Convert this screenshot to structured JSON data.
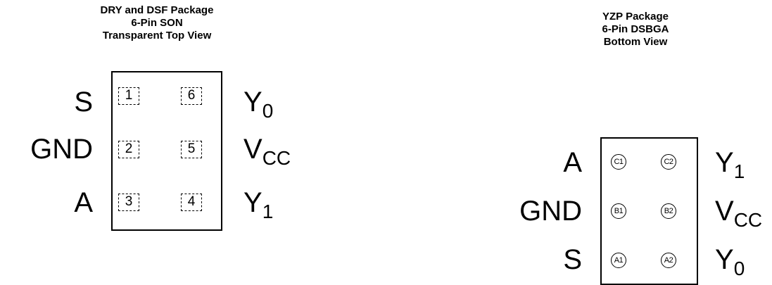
{
  "son": {
    "caption": [
      "DRY and DSF Package",
      "6-Pin SON",
      "Transparent Top View"
    ],
    "pins": [
      {
        "num": "1",
        "signal": "S"
      },
      {
        "num": "2",
        "signal": "GND"
      },
      {
        "num": "3",
        "signal": "A"
      },
      {
        "num": "4",
        "signal": "Y",
        "sub": "1"
      },
      {
        "num": "5",
        "signal": "V",
        "sub": "CC"
      },
      {
        "num": "6",
        "signal": "Y",
        "sub": "0"
      }
    ]
  },
  "bga": {
    "caption": [
      "YZP Package",
      "6-Pin DSBGA",
      "Bottom View"
    ],
    "balls": [
      {
        "id": "C1",
        "signal": "A"
      },
      {
        "id": "C2",
        "signal": "Y",
        "sub": "1"
      },
      {
        "id": "B1",
        "signal": "GND"
      },
      {
        "id": "B2",
        "signal": "V",
        "sub": "CC"
      },
      {
        "id": "A1",
        "signal": "S"
      },
      {
        "id": "A2",
        "signal": "Y",
        "sub": "0"
      }
    ]
  }
}
